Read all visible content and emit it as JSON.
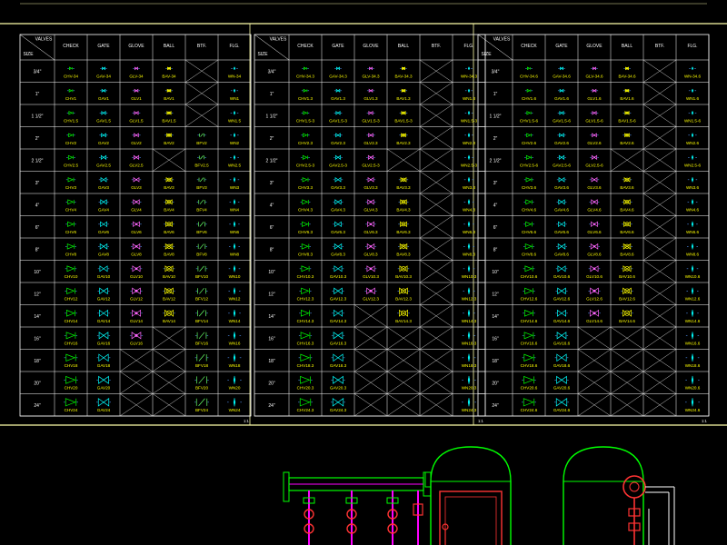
{
  "palette": {
    "background": "#000000",
    "grid": "#ffffff",
    "label": "#ffff00",
    "symbol_check": "#00ff00",
    "symbol_gate": "#00ffff",
    "symbol_globe": "#ff66ff",
    "symbol_ball": "#ffff00",
    "symbol_btf": "#66ff66",
    "symbol_flg": "#00ffff",
    "frame": "#ffffaa",
    "pipe": "#00ff00",
    "pipe_fill": "#ff00ff",
    "valve": "#ff3333",
    "flange": "#ffff00"
  },
  "tables": [
    {
      "id": "table-1",
      "headers": [
        "VALVES",
        "SIZE",
        "CHECK",
        "GATE",
        "GLOVE",
        "BALL",
        "BTF.",
        "FLG."
      ],
      "scale": "1:1",
      "rows": [
        {
          "size": "3/4\"",
          "cells": [
            "CHV-34",
            "GAV-34",
            "GLV-34",
            "BAV-34",
            "",
            "WN-34"
          ]
        },
        {
          "size": "1\"",
          "cells": [
            "CHV1",
            "GAV1",
            "GLV1",
            "BAV1",
            "",
            "WN1"
          ]
        },
        {
          "size": "1 1/2\"",
          "cells": [
            "CHV1.5",
            "GAV1.5",
            "GLV1.5",
            "BAV1.5",
            "",
            "WN1.5"
          ]
        },
        {
          "size": "2\"",
          "cells": [
            "CHV2",
            "GAV2",
            "GLV2",
            "BAV2",
            "BFV2",
            "WN2"
          ]
        },
        {
          "size": "2 1/2\"",
          "cells": [
            "CHV2.5",
            "GAV2.5",
            "GLV2.5",
            "",
            "BFV2.5",
            "WN2.5"
          ]
        },
        {
          "size": "3\"",
          "cells": [
            "CHV3",
            "GAV3",
            "GLV3",
            "BAV3",
            "BFV3",
            "WN3"
          ]
        },
        {
          "size": "4\"",
          "cells": [
            "CHV4",
            "GAV4",
            "GLV4",
            "BAV4",
            "BFV4",
            "WN4"
          ]
        },
        {
          "size": "6\"",
          "cells": [
            "CHV6",
            "GAV6",
            "GLV6",
            "BAV6",
            "BFV6",
            "WN6"
          ]
        },
        {
          "size": "8\"",
          "cells": [
            "CHV8",
            "GAV8",
            "GLV8",
            "BAV8",
            "BFV8",
            "WN8"
          ]
        },
        {
          "size": "10\"",
          "cells": [
            "CHV10",
            "GAV10",
            "GLV10",
            "BAV10",
            "BFV10",
            "WN10"
          ]
        },
        {
          "size": "12\"",
          "cells": [
            "CHV12",
            "GAV12",
            "GLV12",
            "BAV12",
            "BFV12",
            "WN12"
          ]
        },
        {
          "size": "14\"",
          "cells": [
            "CHV14",
            "GAV14",
            "GLV14",
            "BAV14",
            "BFV14",
            "WN14"
          ]
        },
        {
          "size": "16\"",
          "cells": [
            "CHV16",
            "GAV16",
            "GLV16",
            "",
            "BFV16",
            "WN16"
          ]
        },
        {
          "size": "18\"",
          "cells": [
            "CHV18",
            "GAV18",
            "",
            "",
            "BFV18",
            "WN18"
          ]
        },
        {
          "size": "20\"",
          "cells": [
            "CHV20",
            "GAV20",
            "",
            "",
            "BFV20",
            "WN20"
          ]
        },
        {
          "size": "24\"",
          "cells": [
            "CHV24",
            "GAV24",
            "",
            "",
            "BFV24",
            "WN24"
          ]
        }
      ]
    },
    {
      "id": "table-2",
      "headers": [
        "VALVES",
        "SIZE",
        "CHECK",
        "GATE",
        "GLOVE",
        "BALL",
        "BTF.",
        "FLG."
      ],
      "scale": "1:1",
      "rows": [
        {
          "size": "3/4\"",
          "cells": [
            "CHV-34.3",
            "GAV-34.3",
            "GLV-34.3",
            "BAV-34.3",
            "",
            "WN-34.3"
          ]
        },
        {
          "size": "1\"",
          "cells": [
            "CHV1.3",
            "GAV1.3",
            "GLV1.3",
            "BAV1.3",
            "",
            "WN1.3"
          ]
        },
        {
          "size": "1 1/2\"",
          "cells": [
            "CHV1.5-3",
            "GAV1.5-3",
            "GLV1.5-3",
            "BAV1.5-3",
            "",
            "WN1.5-3"
          ]
        },
        {
          "size": "2\"",
          "cells": [
            "CHV2.3",
            "GAV2.3",
            "GLV2.3",
            "BAV2.3",
            "",
            "WN2.3"
          ]
        },
        {
          "size": "2 1/2\"",
          "cells": [
            "CHV2.5-3",
            "GAV2.5-3",
            "GLV2.5-3",
            "",
            "",
            "WN2.5-3"
          ]
        },
        {
          "size": "3\"",
          "cells": [
            "CHV3.3",
            "GAV3.3",
            "GLV3.3",
            "BAV3.3",
            "",
            "WN3.3"
          ]
        },
        {
          "size": "4\"",
          "cells": [
            "CHV4.3",
            "GAV4.3",
            "GLV4.3",
            "BAV4.3",
            "",
            "WN4.3"
          ]
        },
        {
          "size": "6\"",
          "cells": [
            "CHV6.3",
            "GAV6.3",
            "GLV6.3",
            "BAV6.3",
            "",
            "WN6.3"
          ]
        },
        {
          "size": "8\"",
          "cells": [
            "CHV8.3",
            "GAV8.3",
            "GLV8.3",
            "BAV8.3",
            "",
            "WN8.3"
          ]
        },
        {
          "size": "10\"",
          "cells": [
            "CHV10.3",
            "GAV10.3",
            "GLV10.3",
            "BAV10.3",
            "",
            "WN10.3"
          ]
        },
        {
          "size": "12\"",
          "cells": [
            "CHV12.3",
            "GAV12.3",
            "GLV12.3",
            "BAV12.3",
            "",
            "WN12.3"
          ]
        },
        {
          "size": "14\"",
          "cells": [
            "CHV14.3",
            "GAV14.3",
            "",
            "BAV14.3",
            "",
            "WN14.3"
          ]
        },
        {
          "size": "16\"",
          "cells": [
            "CHV16.3",
            "GAV16.3",
            "",
            "",
            "",
            "WN16.3"
          ]
        },
        {
          "size": "18\"",
          "cells": [
            "CHV18.3",
            "GAV18.3",
            "",
            "",
            "",
            "WN18.3"
          ]
        },
        {
          "size": "20\"",
          "cells": [
            "CHV20.3",
            "GAV20.3",
            "",
            "",
            "",
            "WN20.3"
          ]
        },
        {
          "size": "24\"",
          "cells": [
            "CHV24.3",
            "GAV24.3",
            "",
            "",
            "",
            "WN24.3"
          ]
        }
      ]
    },
    {
      "id": "table-3",
      "headers": [
        "VALVES",
        "SIZE",
        "CHECK",
        "GATE",
        "GLOVE",
        "BALL",
        "BTF.",
        "FLG."
      ],
      "scale": "1:1",
      "rows": [
        {
          "size": "3/4\"",
          "cells": [
            "CHV-34.6",
            "GAV-34.6",
            "GLV-34.6",
            "BAV-34.6",
            "",
            "WN-34.6"
          ]
        },
        {
          "size": "1\"",
          "cells": [
            "CHV1.6",
            "GAV1.6",
            "GLV1.6",
            "BAV1.6",
            "",
            "WN1.6"
          ]
        },
        {
          "size": "1 1/2\"",
          "cells": [
            "CHV1.5-6",
            "GAV1.5-6",
            "GLV1.5-6",
            "BAV1.5-6",
            "",
            "WN1.5-6"
          ]
        },
        {
          "size": "2\"",
          "cells": [
            "CHV2.6",
            "GAV2.6",
            "GLV2.6",
            "BAV2.6",
            "",
            "WN2.6"
          ]
        },
        {
          "size": "2 1/2\"",
          "cells": [
            "CHV2.5-6",
            "GAV2.5-6",
            "GLV2.5-6",
            "",
            "",
            "WN2.5-6"
          ]
        },
        {
          "size": "3\"",
          "cells": [
            "CHV3.6",
            "GAV3.6",
            "GLV3.6",
            "BAV3.6",
            "",
            "WN3.6"
          ]
        },
        {
          "size": "4\"",
          "cells": [
            "CHV4.6",
            "GAV4.6",
            "GLV4.6",
            "BAV4.6",
            "",
            "WN4.6"
          ]
        },
        {
          "size": "6\"",
          "cells": [
            "CHV6.6",
            "GAV6.6",
            "GLV6.6",
            "BAV6.6",
            "",
            "WN6.6"
          ]
        },
        {
          "size": "8\"",
          "cells": [
            "CHV8.6",
            "GAV8.6",
            "GLV8.6",
            "BAV8.6",
            "",
            "WN8.6"
          ]
        },
        {
          "size": "10\"",
          "cells": [
            "CHV10.6",
            "GAV10.6",
            "GLV10.6",
            "BAV10.6",
            "",
            "WN10.6"
          ]
        },
        {
          "size": "12\"",
          "cells": [
            "CHV12.6",
            "GAV12.6",
            "GLV12.6",
            "BAV12.6",
            "",
            "WN12.6"
          ]
        },
        {
          "size": "14\"",
          "cells": [
            "CHV14.6",
            "GAV14.6",
            "GLV14.6",
            "BAV14.6",
            "",
            "WN14.6"
          ]
        },
        {
          "size": "16\"",
          "cells": [
            "CHV16.6",
            "GAV16.6",
            "",
            "",
            "",
            "WN16.6"
          ]
        },
        {
          "size": "18\"",
          "cells": [
            "CHV18.6",
            "GAV18.6",
            "",
            "",
            "",
            "WN18.6"
          ]
        },
        {
          "size": "20\"",
          "cells": [
            "CHV20.6",
            "GAV20.6",
            "",
            "",
            "",
            "WN20.6"
          ]
        },
        {
          "size": "24\"",
          "cells": [
            "CHV24.6",
            "GAV24.6",
            "",
            "",
            "",
            "WN24.6"
          ]
        }
      ]
    }
  ],
  "column_symbols": [
    "check-valve-icon",
    "gate-valve-icon",
    "globe-valve-icon",
    "ball-valve-icon",
    "butterfly-valve-icon",
    "weld-neck-flange-icon"
  ]
}
